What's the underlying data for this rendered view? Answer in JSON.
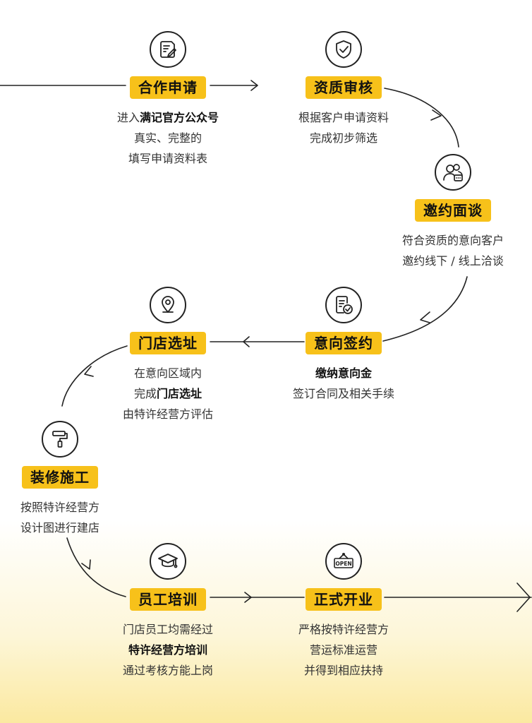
{
  "steps": [
    {
      "id": "apply",
      "title": "合作申请",
      "icon": "application-form-icon",
      "lines": [
        [
          {
            "t": "进入"
          },
          {
            "t": "满记官方公众号",
            "b": true
          }
        ],
        [
          {
            "t": "真实、完整的"
          }
        ],
        [
          {
            "t": "填写申请资料表"
          }
        ]
      ]
    },
    {
      "id": "review",
      "title": "资质审核",
      "icon": "shield-check-icon",
      "lines": [
        [
          {
            "t": "根据客户申请资料"
          }
        ],
        [
          {
            "t": "完成初步筛选"
          }
        ]
      ]
    },
    {
      "id": "interview",
      "title": "邀约面谈",
      "icon": "people-chat-icon",
      "lines": [
        [
          {
            "t": "符合资质的意向客户"
          }
        ],
        [
          {
            "t": "邀约线下 / 线上洽谈"
          }
        ]
      ]
    },
    {
      "id": "intent",
      "title": "意向签约",
      "icon": "contract-check-icon",
      "lines": [
        [
          {
            "t": "缴纳意向金",
            "b": true
          }
        ],
        [
          {
            "t": "签订合同及相关手续"
          }
        ]
      ]
    },
    {
      "id": "site",
      "title": "门店选址",
      "icon": "location-pin-icon",
      "lines": [
        [
          {
            "t": "在意向区域内"
          }
        ],
        [
          {
            "t": "完成"
          },
          {
            "t": "门店选址",
            "b": true
          }
        ],
        [
          {
            "t": "由特许经营方评估"
          }
        ]
      ]
    },
    {
      "id": "renovate",
      "title": "装修施工",
      "icon": "paint-roller-icon",
      "lines": [
        [
          {
            "t": "按照特许经营方"
          }
        ],
        [
          {
            "t": "设计图进行建店"
          }
        ]
      ]
    },
    {
      "id": "training",
      "title": "员工培训",
      "icon": "graduation-cap-icon",
      "lines": [
        [
          {
            "t": "门店员工均需经过"
          }
        ],
        [
          {
            "t": "特许经营方培训",
            "b": true
          }
        ],
        [
          {
            "t": "通过考核方能上岗"
          }
        ]
      ]
    },
    {
      "id": "open",
      "title": "正式开业",
      "icon": "open-sign-icon",
      "lines": [
        [
          {
            "t": "严格按特许经营方"
          }
        ],
        [
          {
            "t": "营运标准运营"
          }
        ],
        [
          {
            "t": "并得到相应扶持"
          }
        ]
      ]
    }
  ],
  "open_sign_text": "OPEN"
}
